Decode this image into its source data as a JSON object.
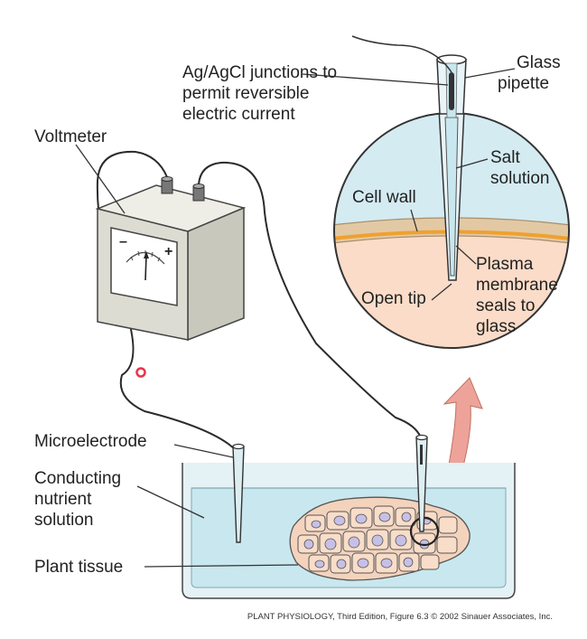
{
  "labels": {
    "voltmeter": "Voltmeter",
    "junctions": [
      "Ag/AgCl junctions to",
      "permit reversible",
      "electric current"
    ],
    "glass_pipette": [
      "Glass",
      "pipette"
    ],
    "salt_solution": [
      "Salt",
      "solution"
    ],
    "cell_wall": "Cell wall",
    "plasma_membrane": [
      "Plasma",
      "membrane",
      "seals to",
      "glass"
    ],
    "open_tip": "Open tip",
    "microelectrode": "Microelectrode",
    "conducting_solution": [
      "Conducting",
      "nutrient",
      "solution"
    ],
    "plant_tissue": "Plant tissue"
  },
  "meter": {
    "minus": "–",
    "plus": "+"
  },
  "credit": "PLANT PHYSIOLOGY, Third Edition, Figure 6.3  © 2002 Sinauer Associates, Inc.",
  "colors": {
    "solution": "#c9e7ee",
    "cytoplasm": "#fbdcc8",
    "cell_wall": "#e2c9a3",
    "membrane_line": "#f0a030",
    "arrow": "#eea39a",
    "meter_body": "#dcdcd2",
    "cell_fill": "#f8ddc8",
    "nucleus": "#c7c0e6"
  }
}
